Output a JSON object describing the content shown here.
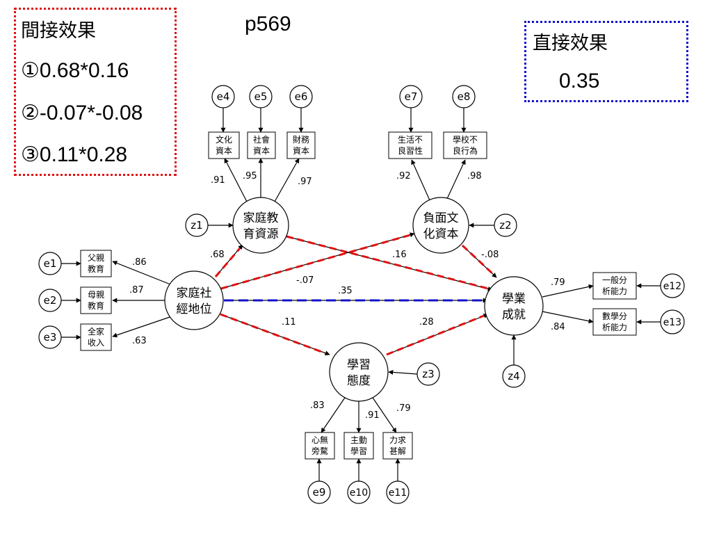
{
  "page_label": "p569",
  "indirect": {
    "title": "間接效果",
    "items": [
      "①0.68*0.16",
      "②-0.07*-0.08",
      "③0.11*0.28"
    ]
  },
  "direct": {
    "title": "直接效果",
    "value": "0.35"
  },
  "colors": {
    "indirect_border": "#e01010",
    "direct_border": "#1010cc",
    "dash_red": "#e01010",
    "dash_blue": "#1010cc"
  },
  "latent": {
    "ses": [
      "家庭社",
      "經地位"
    ],
    "edu": [
      "家庭教",
      "育資源"
    ],
    "neg": [
      "負面文",
      "化資本"
    ],
    "att": [
      "學習",
      "態度"
    ],
    "ach": [
      "學業",
      "成就"
    ]
  },
  "indicators": {
    "father": [
      "父親",
      "教育"
    ],
    "mother": [
      "母親",
      "教育"
    ],
    "income": [
      "全家",
      "收入"
    ],
    "culture": [
      "文化",
      "資本"
    ],
    "social": [
      "社會",
      "資本"
    ],
    "finance": [
      "財務",
      "資本"
    ],
    "life": [
      "生活不",
      "良習性"
    ],
    "school": [
      "學校不",
      "良行為"
    ],
    "general": [
      "一般分",
      "析能力"
    ],
    "math": [
      "數學分",
      "析能力"
    ],
    "focus": [
      "心無",
      "旁騖"
    ],
    "active": [
      "主動",
      "學習"
    ],
    "understand": [
      "力求",
      "甚解"
    ]
  },
  "errors": [
    "e1",
    "e2",
    "e3",
    "e4",
    "e5",
    "e6",
    "e7",
    "e8",
    "e9",
    "e10",
    "e11",
    "e12",
    "e13"
  ],
  "disturbances": [
    "z1",
    "z2",
    "z3",
    "z4"
  ],
  "loadings": {
    "father": ".86",
    "mother": ".87",
    "income": ".63",
    "culture": ".91",
    "social": ".95",
    "finance": ".97",
    "life": ".92",
    "school": ".98",
    "general": ".79",
    "math": ".84",
    "focus": ".83",
    "active": ".91",
    "understand": ".79"
  },
  "paths": {
    "ses_edu": ".68",
    "edu_ach": ".16",
    "ses_neg": "-.07",
    "neg_ach": "-.08",
    "ses_ach": ".35",
    "ses_att": ".11",
    "att_ach": ".28"
  }
}
